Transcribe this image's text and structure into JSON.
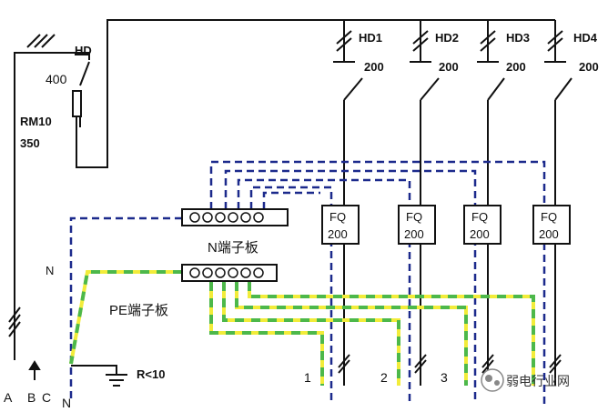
{
  "diagram": {
    "main_switch": {
      "name": "HD",
      "rating": "400"
    },
    "fuse": {
      "name": "RM10",
      "rating": "350"
    },
    "branches": [
      {
        "switch": "HD1",
        "rating": "200",
        "protector": "FQ",
        "protector_rating": "200"
      },
      {
        "switch": "HD2",
        "rating": "200",
        "protector": "FQ",
        "protector_rating": "200"
      },
      {
        "switch": "HD3",
        "rating": "200",
        "protector": "FQ",
        "protector_rating": "200"
      },
      {
        "switch": "HD4",
        "rating": "200",
        "protector": "FQ",
        "protector_rating": "200"
      }
    ],
    "n_busbar_label": "N端子板",
    "pe_busbar_label": "PE端子板",
    "n_line_label": "N",
    "phase_labels": [
      "A",
      "B",
      "C"
    ],
    "n_bottom_label": "N",
    "ground_label": "R<10",
    "circuit_numbers": [
      "1",
      "2",
      "3"
    ],
    "watermark": "弱电行业网"
  },
  "colors": {
    "line": "#111111",
    "neutral_dashed": "#1c2a8c",
    "pe_green": "#4db84a",
    "pe_yellow": "#f2ec3a"
  }
}
